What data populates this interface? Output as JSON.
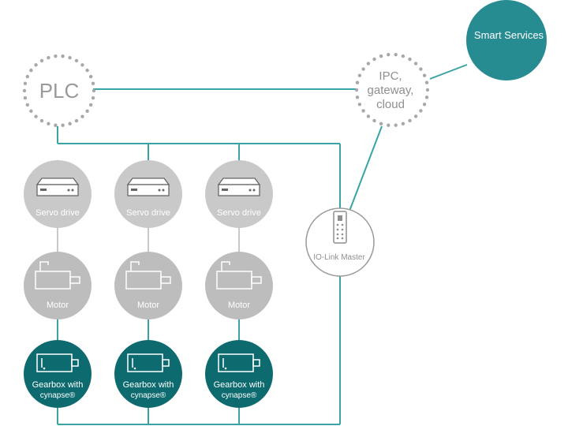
{
  "colors": {
    "teal_line": "#3aa3a3",
    "teal_dark": "#0d6b6f",
    "teal_smart": "#278b92",
    "grey_node": "#c9c9c9",
    "grey_line": "#c8c8c8",
    "dot_grey": "#a8a8a8"
  },
  "nodes": {
    "plc": {
      "label": "PLC"
    },
    "ipc": {
      "label": "IPC, gateway, cloud"
    },
    "smart_services": {
      "label": "Smart Services"
    },
    "io_link_master": {
      "label": "IO-Link Master"
    }
  },
  "columns": [
    {
      "servo_label": "Servo drive",
      "motor_label": "Motor",
      "gearbox_label": "Gearbox with",
      "gearbox_label2": "cynapse®"
    },
    {
      "servo_label": "Servo drive",
      "motor_label": "Motor",
      "gearbox_label": "Gearbox with",
      "gearbox_label2": "cynapse®"
    },
    {
      "servo_label": "Servo drive",
      "motor_label": "Motor",
      "gearbox_label": "Gearbox with",
      "gearbox_label2": "cynapse®"
    }
  ],
  "icons": {
    "servo": "servo-drive-icon",
    "motor": "motor-icon",
    "gearbox": "gearbox-icon",
    "io_link": "io-link-device-icon"
  }
}
